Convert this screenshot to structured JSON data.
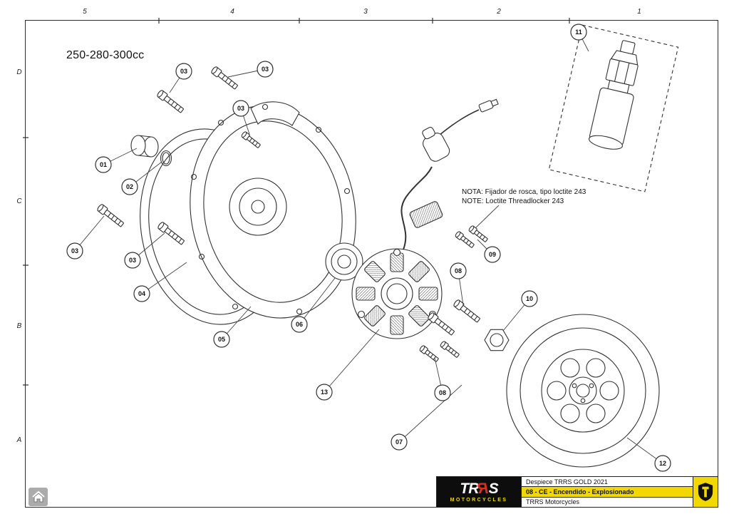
{
  "page": {
    "title": "250-280-300cc"
  },
  "frame": {
    "cols": [
      "5",
      "4",
      "3",
      "2",
      "1"
    ],
    "rows": [
      "D",
      "C",
      "B",
      "A"
    ]
  },
  "note": {
    "line1": "NOTA:  Fijador de rosca, tipo loctite 243",
    "line2": "NOTE: Loctite Threadlocker 243"
  },
  "callouts": {
    "01": "01",
    "02": "02",
    "03": "03",
    "04": "04",
    "05": "05",
    "06": "06",
    "07": "07",
    "08": "08",
    "09": "09",
    "10": "10",
    "11": "11",
    "12": "12",
    "13": "13"
  },
  "titleblock": {
    "brand": {
      "part1": "TR",
      "part2": "R",
      "part3": "S",
      "subtitle": "MOTORCYCLES"
    },
    "row1": "Despiece TRRS GOLD 2021",
    "row2": "08 - CE - Encendido - Explosionado",
    "row3": "TRRS Motorcycles"
  },
  "colors": {
    "accent_yellow": "#f2d800",
    "logo_red": "#d93025",
    "line": "#2b2b2b"
  }
}
